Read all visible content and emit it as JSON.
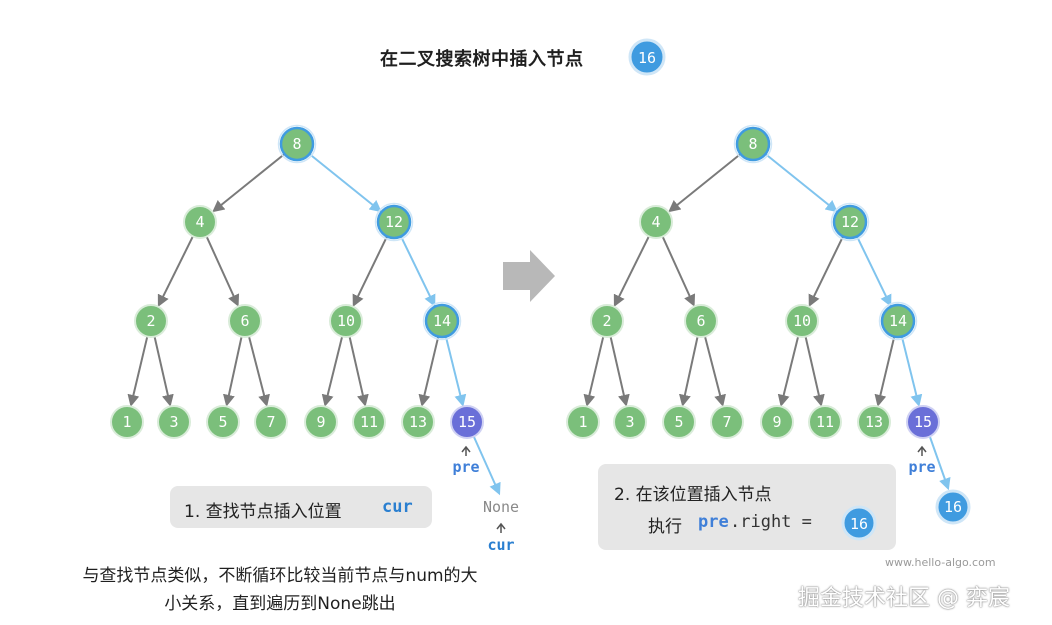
{
  "title": {
    "text": "在二叉搜索树中插入节点",
    "badge": "16"
  },
  "left_tree": {
    "nodes": [
      "8",
      "4",
      "12",
      "2",
      "6",
      "10",
      "14",
      "1",
      "3",
      "5",
      "7",
      "9",
      "11",
      "13",
      "15"
    ],
    "pre_label": "pre",
    "none_label": "None",
    "cur_label": "cur"
  },
  "right_tree": {
    "nodes": [
      "8",
      "4",
      "12",
      "2",
      "6",
      "10",
      "14",
      "1",
      "3",
      "5",
      "7",
      "9",
      "11",
      "13",
      "15"
    ],
    "pre_label": "pre",
    "new_node": "16"
  },
  "step1": {
    "text": "1. 查找节点插入位置 ",
    "code": "cur"
  },
  "step2": {
    "line1": "2. 在该位置插入节点",
    "line2_prefix": "执行 ",
    "code_pre": "pre",
    "code_rest": ".right = ",
    "badge": "16"
  },
  "note": {
    "line1": "与查找节点类似，不断循环比较当前节点与num的大",
    "line2": "小关系，直到遍历到None跳出"
  },
  "watermark": "www.hello-algo.com",
  "brand": "掘金技术社区 @ 弈宸",
  "colors": {
    "node_green": "#7bbf7b",
    "node_blue": "#3f9be0",
    "node_purple": "#6a6fd8",
    "edge_gray": "#7a7a7a",
    "edge_blue": "#80c4ee",
    "arrow_gray": "#b5b5b5"
  }
}
